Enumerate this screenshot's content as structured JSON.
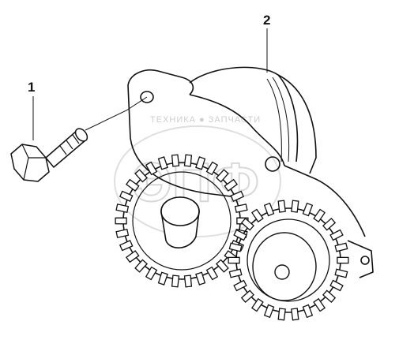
{
  "callouts": [
    {
      "id": "1",
      "label": "1",
      "part": "bolt"
    },
    {
      "id": "2",
      "label": "2",
      "part": "oil-pump-assembly"
    }
  ],
  "watermark": {
    "line": "ТЕХНИКА ● ЗАПЧАСТИ",
    "logo": "ЭПФ"
  },
  "colors": {
    "line": "#111111",
    "watermark": "#cccccc",
    "background": "#ffffff"
  }
}
